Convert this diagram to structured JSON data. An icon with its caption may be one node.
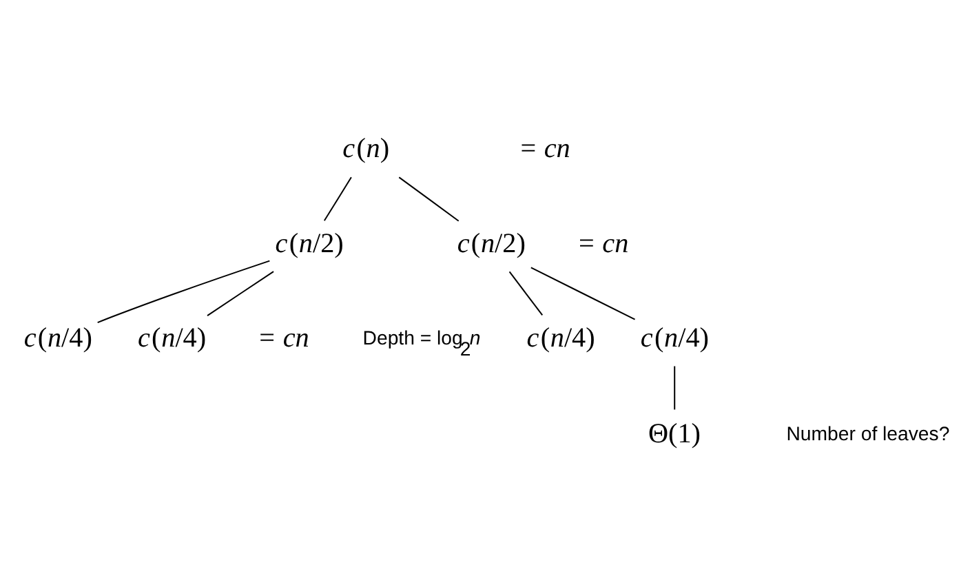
{
  "diagram": {
    "nodes": [
      {
        "text": [
          "*c*(*n*)"
        ]
      },
      {
        "text": [
          "*c*(*n*/2)"
        ]
      },
      {
        "text": [
          "*c*(*n*/2)"
        ]
      },
      {
        "text": [
          "*c*(*n*/4)"
        ]
      },
      {
        "text": [
          "*c*(*n*/4)"
        ]
      },
      {
        "text": [
          "*c*(*n*/4)"
        ]
      },
      {
        "text": [
          "*c*(*n*/4)"
        ]
      },
      {
        "text": [
          "Θ(1)"
        ]
      }
    ],
    "edges": [
      {
        "from": 0,
        "to": 1,
        "arrow": "none"
      },
      {
        "from": 0,
        "to": 2,
        "arrow": "none"
      },
      {
        "from": 1,
        "to": 3,
        "arrow": "none"
      },
      {
        "from": 1,
        "to": 4,
        "arrow": "none"
      },
      {
        "from": 2,
        "to": 5,
        "arrow": "none"
      },
      {
        "from": 2,
        "to": 6,
        "arrow": "none"
      },
      {
        "from": 3,
        "to": 7,
        "arrow": "none"
      }
    ],
    "labels": [
      "= *cn*",
      "= *cn*",
      "= *cn*",
      "Depth = log$_{2}$*n*",
      "Number of leaves?"
    ]
  }
}
